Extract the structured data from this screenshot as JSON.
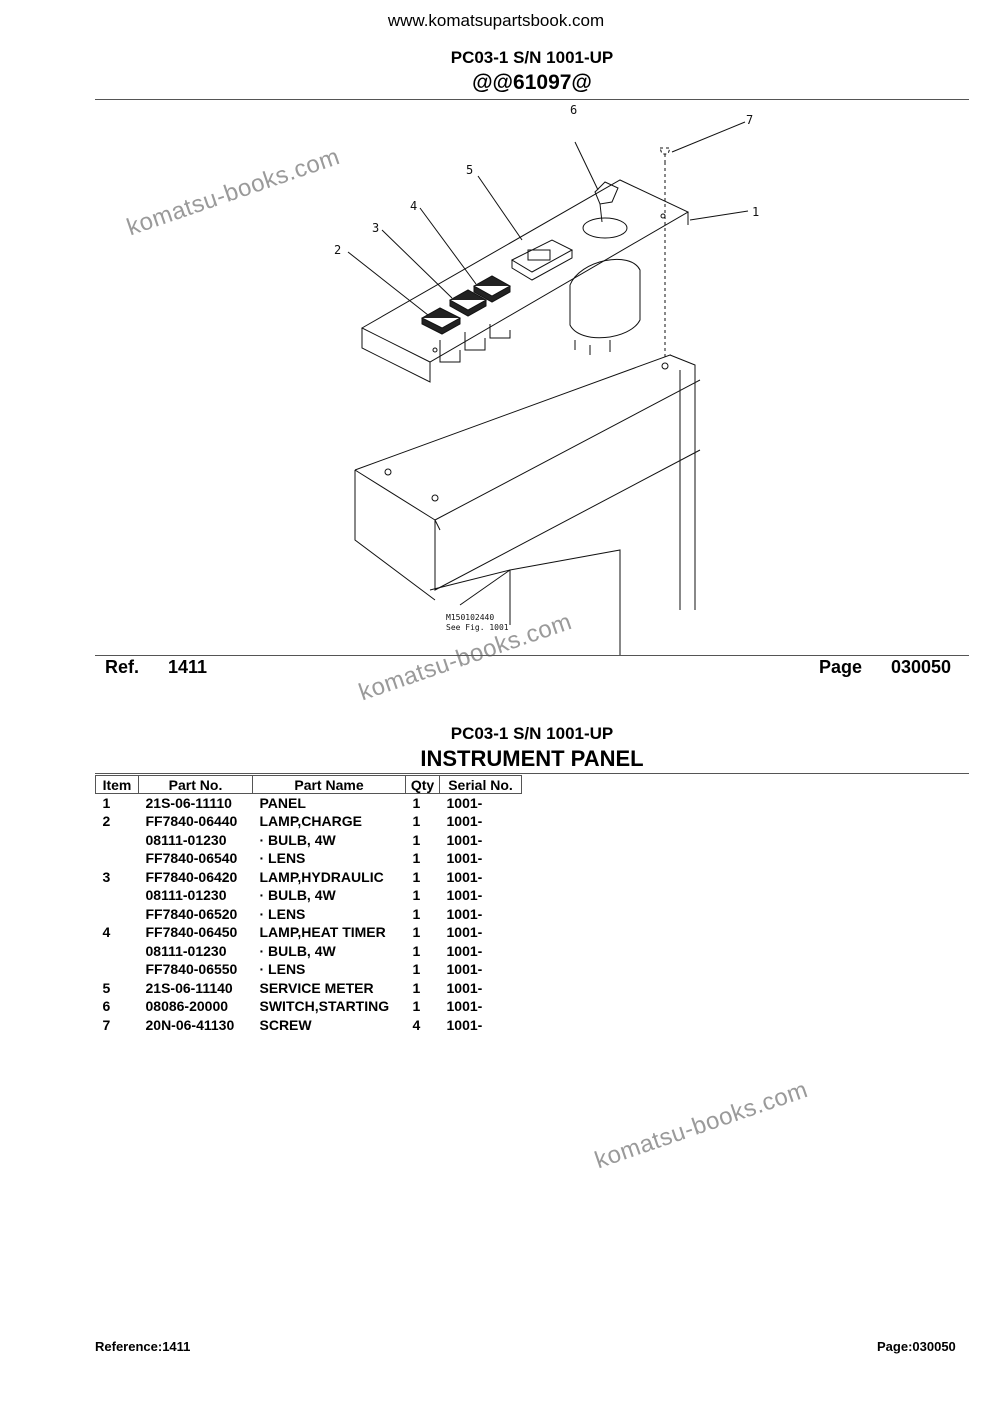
{
  "header": {
    "site_url": "www.komatsupartsbook.com",
    "model": "PC03-1 S/N 1001-UP",
    "code": "@@61097@"
  },
  "ref_bar": {
    "ref_label": "Ref.",
    "ref_value": "1411",
    "page_label": "Page",
    "page_value": "030050"
  },
  "section": {
    "model": "PC03-1 S/N 1001-UP",
    "title": "INSTRUMENT PANEL"
  },
  "drawing": {
    "callouts": [
      "1",
      "2",
      "3",
      "4",
      "5",
      "6",
      "7"
    ],
    "note_line1": "M150102440",
    "note_line2": "See Fig. 1001"
  },
  "watermarks": [
    "komatsu-books.com",
    "komatsu-books.com",
    "komatsu-books.com"
  ],
  "table": {
    "headers": [
      "Item",
      "Part No.",
      "Part Name",
      "Qty",
      "Serial No."
    ],
    "rows": [
      [
        "1",
        "21S-06-11110",
        "PANEL",
        "1",
        "1001-"
      ],
      [
        "2",
        "FF7840-06440",
        "LAMP,CHARGE",
        "1",
        "1001-"
      ],
      [
        "",
        "08111-01230",
        "· BULB, 4W",
        "1",
        "1001-"
      ],
      [
        "",
        "FF7840-06540",
        "· LENS",
        "1",
        "1001-"
      ],
      [
        "3",
        "FF7840-06420",
        "LAMP,HYDRAULIC",
        "1",
        "1001-"
      ],
      [
        "",
        "08111-01230",
        "· BULB, 4W",
        "1",
        "1001-"
      ],
      [
        "",
        "FF7840-06520",
        "· LENS",
        "1",
        "1001-"
      ],
      [
        "4",
        "FF7840-06450",
        "LAMP,HEAT TIMER",
        "1",
        "1001-"
      ],
      [
        "",
        "08111-01230",
        "· BULB, 4W",
        "1",
        "1001-"
      ],
      [
        "",
        "FF7840-06550",
        "· LENS",
        "1",
        "1001-"
      ],
      [
        "5",
        "21S-06-11140",
        "SERVICE METER",
        "1",
        "1001-"
      ],
      [
        "6",
        "08086-20000",
        "SWITCH,STARTING",
        "1",
        "1001-"
      ],
      [
        "7",
        "20N-06-41130",
        "SCREW",
        "4",
        "1001-"
      ]
    ]
  },
  "footer": {
    "reference": "Reference:1411",
    "page": "Page:030050"
  }
}
